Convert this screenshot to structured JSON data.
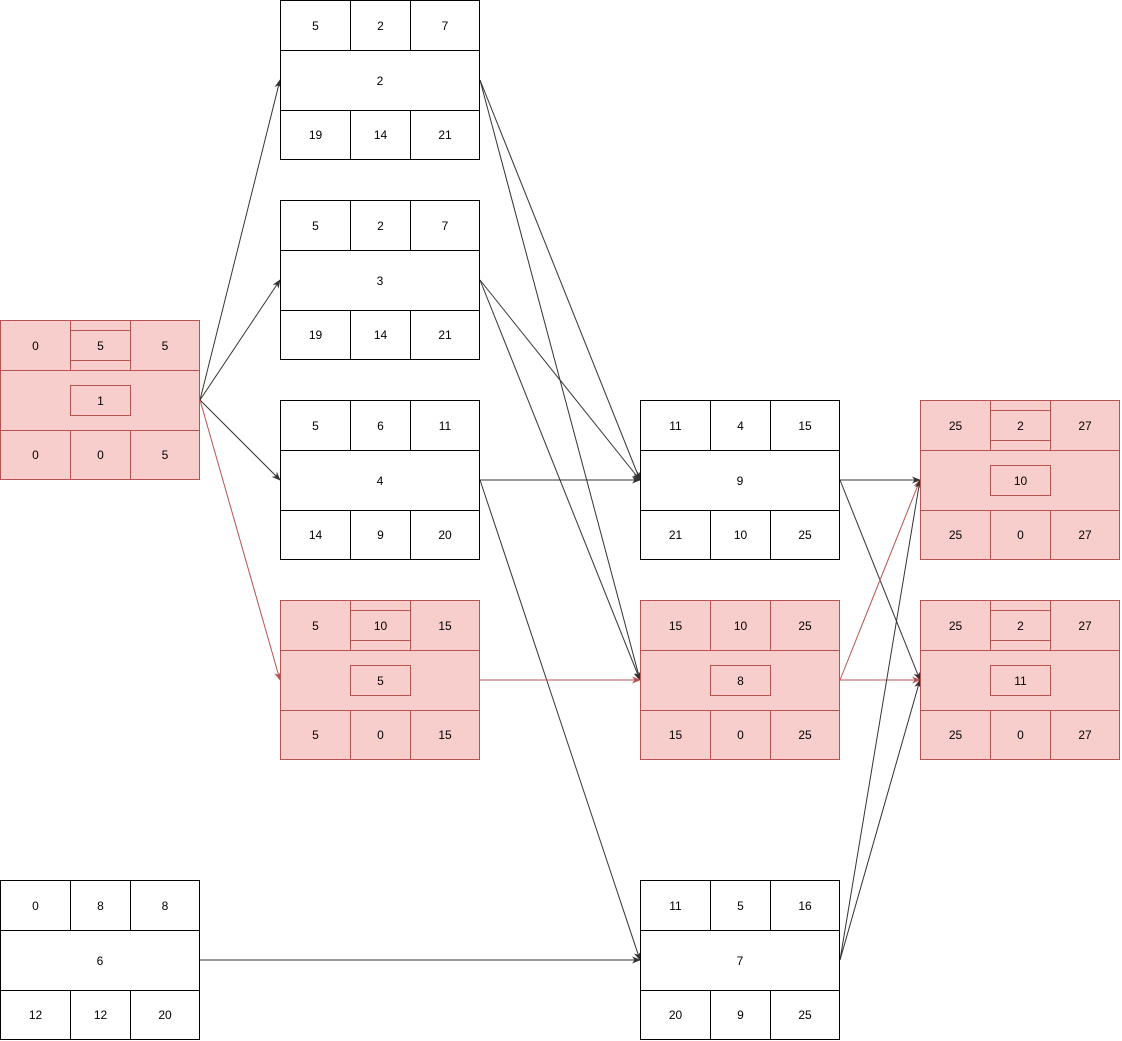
{
  "colors": {
    "critical_fill": "#f8cecc",
    "critical_stroke": "#b85450",
    "normal_fill": "#ffffff",
    "normal_stroke": "#000000",
    "edge": "#333333",
    "critical_edge": "#b85450"
  },
  "nodes": {
    "n1": {
      "id": "1",
      "critical": true,
      "top": [
        "0",
        "5",
        "5"
      ],
      "bottom": [
        "0",
        "0",
        "5"
      ]
    },
    "n2": {
      "id": "2",
      "critical": false,
      "top": [
        "5",
        "2",
        "7"
      ],
      "bottom": [
        "19",
        "14",
        "21"
      ]
    },
    "n3": {
      "id": "3",
      "critical": false,
      "top": [
        "5",
        "2",
        "7"
      ],
      "bottom": [
        "19",
        "14",
        "21"
      ]
    },
    "n4": {
      "id": "4",
      "critical": false,
      "top": [
        "5",
        "6",
        "11"
      ],
      "bottom": [
        "14",
        "9",
        "20"
      ]
    },
    "n5": {
      "id": "5",
      "critical": true,
      "top": [
        "5",
        "10",
        "15"
      ],
      "bottom": [
        "5",
        "0",
        "15"
      ]
    },
    "n6": {
      "id": "6",
      "critical": false,
      "top": [
        "0",
        "8",
        "8"
      ],
      "bottom": [
        "12",
        "12",
        "20"
      ]
    },
    "n7": {
      "id": "7",
      "critical": false,
      "top": [
        "11",
        "5",
        "16"
      ],
      "bottom": [
        "20",
        "9",
        "25"
      ]
    },
    "n8": {
      "id": "8",
      "critical": true,
      "top": [
        "15",
        "10",
        "25"
      ],
      "bottom": [
        "15",
        "0",
        "25"
      ]
    },
    "n9": {
      "id": "9",
      "critical": false,
      "top": [
        "11",
        "4",
        "15"
      ],
      "bottom": [
        "21",
        "10",
        "25"
      ]
    },
    "n10": {
      "id": "10",
      "critical": true,
      "top": [
        "25",
        "2",
        "27"
      ],
      "bottom": [
        "25",
        "0",
        "27"
      ]
    },
    "n11": {
      "id": "11",
      "critical": true,
      "top": [
        "25",
        "2",
        "27"
      ],
      "bottom": [
        "25",
        "0",
        "27"
      ]
    }
  },
  "edges": [
    {
      "from": "n1",
      "to": "n2",
      "critical": false
    },
    {
      "from": "n1",
      "to": "n3",
      "critical": false
    },
    {
      "from": "n1",
      "to": "n4",
      "critical": false
    },
    {
      "from": "n1",
      "to": "n5",
      "critical": true
    },
    {
      "from": "n2",
      "to": "n9",
      "critical": false
    },
    {
      "from": "n2",
      "to": "n8",
      "critical": false
    },
    {
      "from": "n3",
      "to": "n9",
      "critical": false
    },
    {
      "from": "n3",
      "to": "n8",
      "critical": false
    },
    {
      "from": "n4",
      "to": "n9",
      "critical": false
    },
    {
      "from": "n4",
      "to": "n7",
      "critical": false
    },
    {
      "from": "n5",
      "to": "n8",
      "critical": true
    },
    {
      "from": "n6",
      "to": "n7",
      "critical": false
    },
    {
      "from": "n9",
      "to": "n10",
      "critical": false
    },
    {
      "from": "n9",
      "to": "n11",
      "critical": false
    },
    {
      "from": "n8",
      "to": "n10",
      "critical": true
    },
    {
      "from": "n8",
      "to": "n11",
      "critical": true
    },
    {
      "from": "n7",
      "to": "n10",
      "critical": false
    },
    {
      "from": "n7",
      "to": "n11",
      "critical": false
    }
  ]
}
